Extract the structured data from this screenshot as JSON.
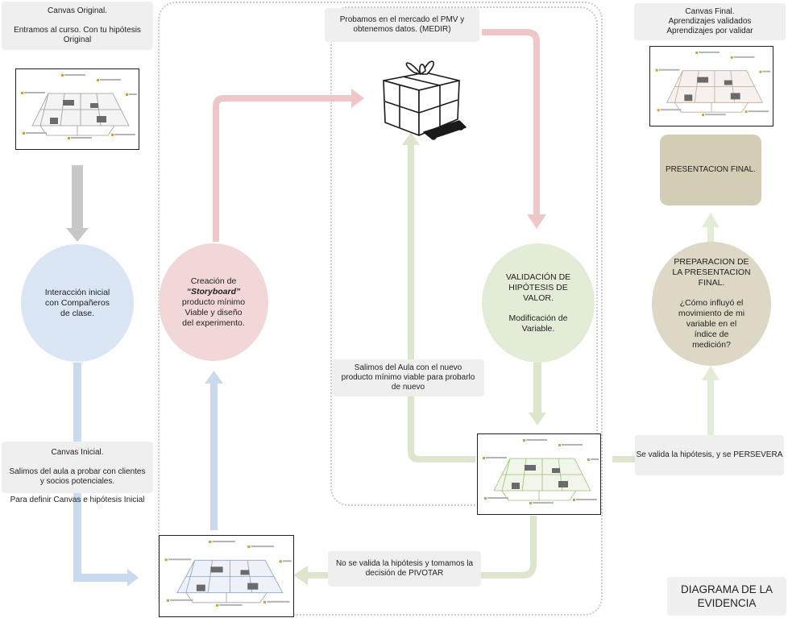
{
  "colors": {
    "gray_arrow": "#c7c7c7",
    "blue": "#dbe6f4",
    "blue_arrow": "#c9d9ee",
    "pink": "#f2d7d8",
    "pink_arrow": "#efc7c9",
    "green": "#e3ecd7",
    "green_arrow": "#dbe6cc",
    "olive": "#ddd8c5",
    "olive_box": "#d4cdb5",
    "box_gray": "#efefef"
  },
  "top_left_box": {
    "line1": "Canvas Original.",
    "line2": "",
    "line3": "Entramos al curso. Con tu hipótesis",
    "line4": "Original"
  },
  "circle_interaction": {
    "line1": "Interacción inicial",
    "line2": "con Compañeros",
    "line3": "de clase."
  },
  "canvas_inicial_box": {
    "line1": "Canvas Inicial.",
    "line2": "",
    "line3": "Salimos del aula a probar con clientes",
    "line4": "y socios potenciales."
  },
  "canvas_inicial_caption": "Para definir Canvas e hipótesis Inicial",
  "circle_storyboard": {
    "line1": "Creación de",
    "line2": "“Storyboard”",
    "line3": "producto mínimo",
    "line4": "Viable  y diseño",
    "line5": "del experimento."
  },
  "market_box": {
    "line1": "Probamos en el mercado el PMV y",
    "line2": "obtenemos datos. (MEDIR)"
  },
  "gift_icon": "gift-box-icon",
  "circle_validation": {
    "line1": "VALIDACIÓN DE",
    "line2": "HIPÓTESIS DE",
    "line3": "VALOR.",
    "line4": "",
    "line5": "Modificación de",
    "line6": "Variable."
  },
  "salimos_box": {
    "line1": "Salimos del Aula con el nuevo",
    "line2": "producto mínimo viable para probarlo",
    "line3": "de nuevo"
  },
  "pivot_box": {
    "line1": "No se valida la hipótesis y tomamos la",
    "line2": "decisión de PIVOTAR"
  },
  "persevera_box": {
    "line1": "Se valida la hipótesis, y se PERSEVERA"
  },
  "final_canvas_box": {
    "line1": "Canvas Final.",
    "line2": "Aprendizajes validados",
    "line3": "Aprendizajes por validar"
  },
  "presentation_box": "PRESENTACION FINAL.",
  "circle_preparation": {
    "line1": "PREPARACION DE",
    "line2": "LA PRESENTACION",
    "line3": "FINAL.",
    "line4": "",
    "line5": "¿Cómo influyó el",
    "line6": "movimiento de mi",
    "line7": "variable en el",
    "line8": "índice de",
    "line9": "medición?"
  },
  "diagram_title": {
    "line1": "DIAGRAMA DE LA",
    "line2": "EVIDENCIA"
  }
}
